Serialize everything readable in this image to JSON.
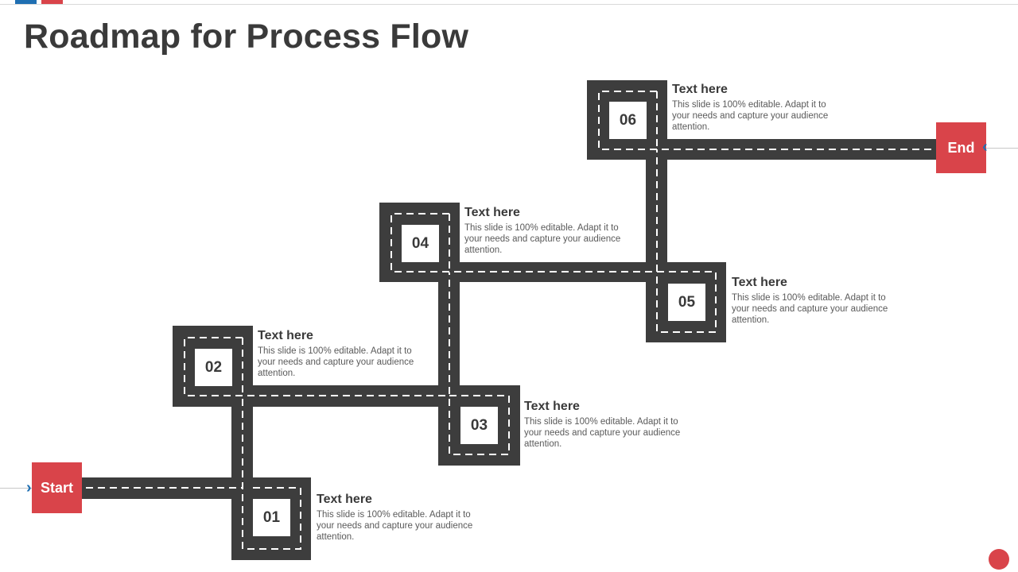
{
  "header": {
    "title": "Roadmap for Process Flow",
    "accent_colors": {
      "blue": "#1f6fb2",
      "red": "#d9444a"
    }
  },
  "roadmap": {
    "start_label": "Start",
    "end_label": "End",
    "road_color": "#3d3d3d",
    "steps": [
      {
        "number": "01",
        "heading": "Text here",
        "body": "This slide is 100% editable. Adapt it to your needs and capture your audience attention."
      },
      {
        "number": "02",
        "heading": "Text here",
        "body": "This slide is 100% editable. Adapt it to your needs and capture your audience attention."
      },
      {
        "number": "03",
        "heading": "Text here",
        "body": "This slide is 100% editable. Adapt it to your needs and capture your audience attention."
      },
      {
        "number": "04",
        "heading": "Text here",
        "body": "This slide is 100% editable. Adapt it to your needs and capture your audience attention."
      },
      {
        "number": "05",
        "heading": "Text here",
        "body": "This slide is 100% editable. Adapt it to your needs and capture your audience attention."
      },
      {
        "number": "06",
        "heading": "Text here",
        "body": "This slide is 100% editable. Adapt it to your needs and capture your audience attention."
      }
    ]
  },
  "icons": {
    "start_arrow": "chevron-right-icon",
    "end_arrow": "chevron-left-icon",
    "corner_dot": "circle-icon"
  }
}
